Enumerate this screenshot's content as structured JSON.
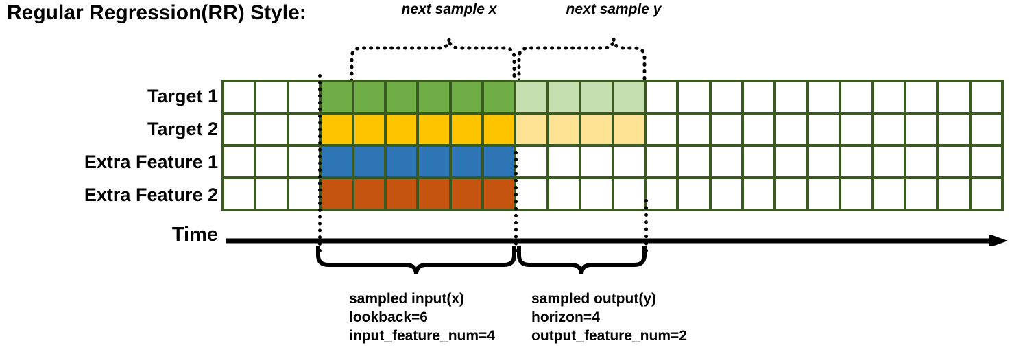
{
  "title": "Regular Regression(RR) Style:",
  "rows": [
    {
      "label": "Target 1",
      "name": "target-1"
    },
    {
      "label": "Target 2",
      "name": "target-2"
    },
    {
      "label": "Extra Feature 1",
      "name": "extra-feature-1"
    },
    {
      "label": "Extra Feature 2",
      "name": "extra-feature-2"
    }
  ],
  "grid": {
    "total_columns": 24,
    "leading_blank_columns": 3,
    "input_columns": 6,
    "output_columns": 4,
    "trailing_blank_columns": 11
  },
  "top_labels": [
    {
      "text": "next sample x",
      "name": "next-sample-x-label"
    },
    {
      "text": "next sample y",
      "name": "next-sample-y-label"
    }
  ],
  "time_axis": {
    "label": "Time"
  },
  "bottom_notes": [
    {
      "name": "sampled-input-note",
      "line1": "sampled input(x)",
      "line2": "lookback=6",
      "line3": "input_feature_num=4"
    },
    {
      "name": "sampled-output-note",
      "line1": "sampled output(y)",
      "line2": "horizon=4",
      "line3": "output_feature_num=2"
    }
  ],
  "colors": {
    "grid_border": "#3a5a22",
    "green": "#6FAE46",
    "green_light": "#C5DFB0",
    "yellow": "#FFC400",
    "yellow_light": "#FEE395",
    "blue": "#2E75B6",
    "orange": "#C4540F",
    "text": "#000000",
    "background": "#ffffff"
  },
  "chart_data": {
    "type": "heatmap",
    "title": "Regular Regression(RR) Style:",
    "xlabel": "Time",
    "ylabel": "",
    "categories": [
      "Target 1",
      "Target 2",
      "Extra Feature 1",
      "Extra Feature 2"
    ],
    "grid": {
      "columns": 24,
      "rows": 4
    },
    "series": [
      {
        "name": "Target 1",
        "values": [
          "blank",
          "blank",
          "blank",
          "input",
          "input",
          "input",
          "input",
          "input",
          "input",
          "output",
          "output",
          "output",
          "output",
          "blank",
          "blank",
          "blank",
          "blank",
          "blank",
          "blank",
          "blank",
          "blank",
          "blank",
          "blank",
          "blank"
        ]
      },
      {
        "name": "Target 2",
        "values": [
          "blank",
          "blank",
          "blank",
          "input",
          "input",
          "input",
          "input",
          "input",
          "input",
          "output",
          "output",
          "output",
          "output",
          "blank",
          "blank",
          "blank",
          "blank",
          "blank",
          "blank",
          "blank",
          "blank",
          "blank",
          "blank",
          "blank"
        ]
      },
      {
        "name": "Extra Feature 1",
        "values": [
          "blank",
          "blank",
          "blank",
          "input",
          "input",
          "input",
          "input",
          "input",
          "input",
          "blank",
          "blank",
          "blank",
          "blank",
          "blank",
          "blank",
          "blank",
          "blank",
          "blank",
          "blank",
          "blank",
          "blank",
          "blank",
          "blank",
          "blank"
        ]
      },
      {
        "name": "Extra Feature 2",
        "values": [
          "blank",
          "blank",
          "blank",
          "input",
          "input",
          "input",
          "input",
          "input",
          "input",
          "blank",
          "blank",
          "blank",
          "blank",
          "blank",
          "blank",
          "blank",
          "blank",
          "blank",
          "blank",
          "blank",
          "blank",
          "blank",
          "blank",
          "blank"
        ]
      }
    ],
    "annotations": [
      "next sample x",
      "next sample y",
      "sampled input(x)",
      "lookback=6",
      "input_feature_num=4",
      "sampled output(y)",
      "horizon=4",
      "output_feature_num=2"
    ],
    "legend": "position: none",
    "grid_on": true
  }
}
